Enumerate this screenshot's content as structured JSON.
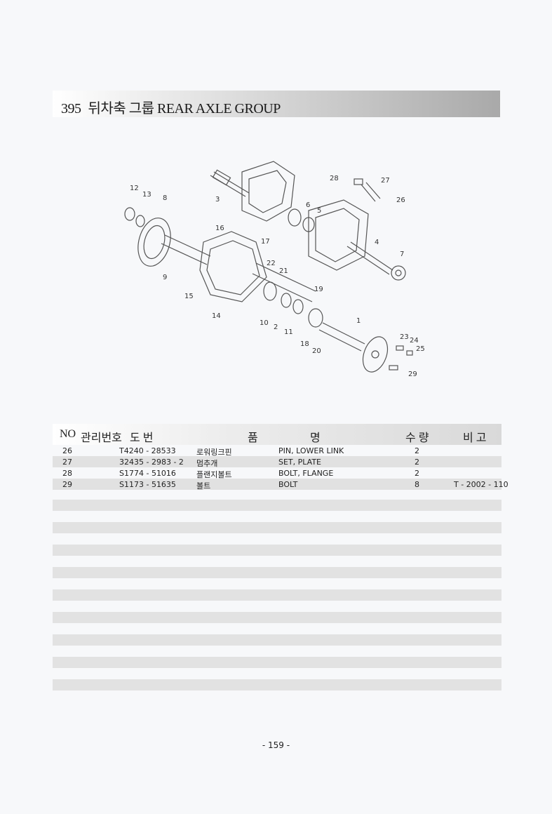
{
  "header": {
    "number": "395",
    "title": "뒤차축 그룹 REAR AXLE GROUP"
  },
  "diagram": {
    "callouts": [
      "1",
      "2",
      "3",
      "4",
      "5",
      "6",
      "7",
      "8",
      "9",
      "10",
      "11",
      "12",
      "13",
      "14",
      "15",
      "16",
      "17",
      "18",
      "19",
      "20",
      "21",
      "22",
      "23",
      "24",
      "25",
      "26",
      "27",
      "28",
      "29"
    ]
  },
  "table": {
    "headers": {
      "no": "NO",
      "mgmt": "관리번호",
      "drawing": "도  번",
      "name1": "품",
      "name2": "명",
      "qty": "수 량",
      "remark": "비 고"
    },
    "rows": [
      {
        "no": "26",
        "part": "T4240 - 28533",
        "kr": "로워링크핀",
        "en": "PIN, LOWER LINK",
        "qty": "2",
        "remark": ""
      },
      {
        "no": "27",
        "part": "32435 - 2983 - 2",
        "kr": "멈추개",
        "en": "SET, PLATE",
        "qty": "2",
        "remark": ""
      },
      {
        "no": "28",
        "part": "S1774 - 51016",
        "kr": "플랜지볼트",
        "en": "BOLT, FLANGE",
        "qty": "2",
        "remark": ""
      },
      {
        "no": "29",
        "part": "S1173 - 51635",
        "kr": "볼트",
        "en": "BOLT",
        "qty": "8",
        "remark": "T - 2002 - 110"
      }
    ]
  },
  "footer": {
    "page": "- 159 -"
  }
}
